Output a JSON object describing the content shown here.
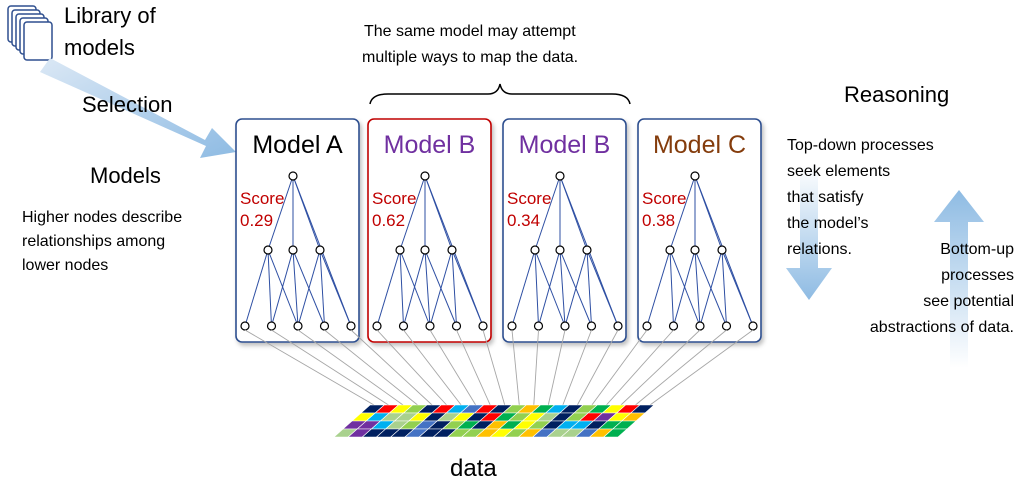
{
  "library": {
    "label_line1": "Library of",
    "label_line2": "models"
  },
  "selection_label": "Selection",
  "models_heading": "Models",
  "nodes_note": {
    "line1": "Higher nodes describe",
    "line2": "relationships among",
    "line3": "lower nodes"
  },
  "brace_note": {
    "line1": "The same model may attempt",
    "line2": "multiple ways to map the data."
  },
  "reasoning_heading": "Reasoning",
  "top_down": {
    "line1": "Top-down processes",
    "line2": "seek elements",
    "line3": "that satisfy",
    "line4": "the model’s",
    "line5": "relations."
  },
  "bottom_up": {
    "line1": "Bottom-up",
    "line2": "processes",
    "line3": "see potential",
    "line4": "abstractions of data."
  },
  "models": [
    {
      "title": "Model A",
      "score_label": "Score",
      "score_value": "0.29",
      "title_color": "#000000",
      "border_color": "#2f4f8f"
    },
    {
      "title": "Model B",
      "score_label": "Score",
      "score_value": "0.62",
      "title_color": "#7030a0",
      "border_color": "#c00000"
    },
    {
      "title": "Model B",
      "score_label": "Score",
      "score_value": "0.34",
      "title_color": "#7030a0",
      "border_color": "#2f4f8f"
    },
    {
      "title": "Model C",
      "score_label": "Score",
      "score_value": "0.38",
      "title_color": "#843c0c",
      "border_color": "#2f4f8f"
    }
  ],
  "data_label": "data",
  "colors": {
    "tree_line": "#2e4fa3",
    "score": "#c00000",
    "arrow": "#9dc3e6",
    "grid_palette": [
      "#00b0f0",
      "#ffff00",
      "#92d050",
      "#7030a0",
      "#002060",
      "#ff0000",
      "#00b050",
      "#ffc000",
      "#4472c4",
      "#a9d18e"
    ]
  }
}
